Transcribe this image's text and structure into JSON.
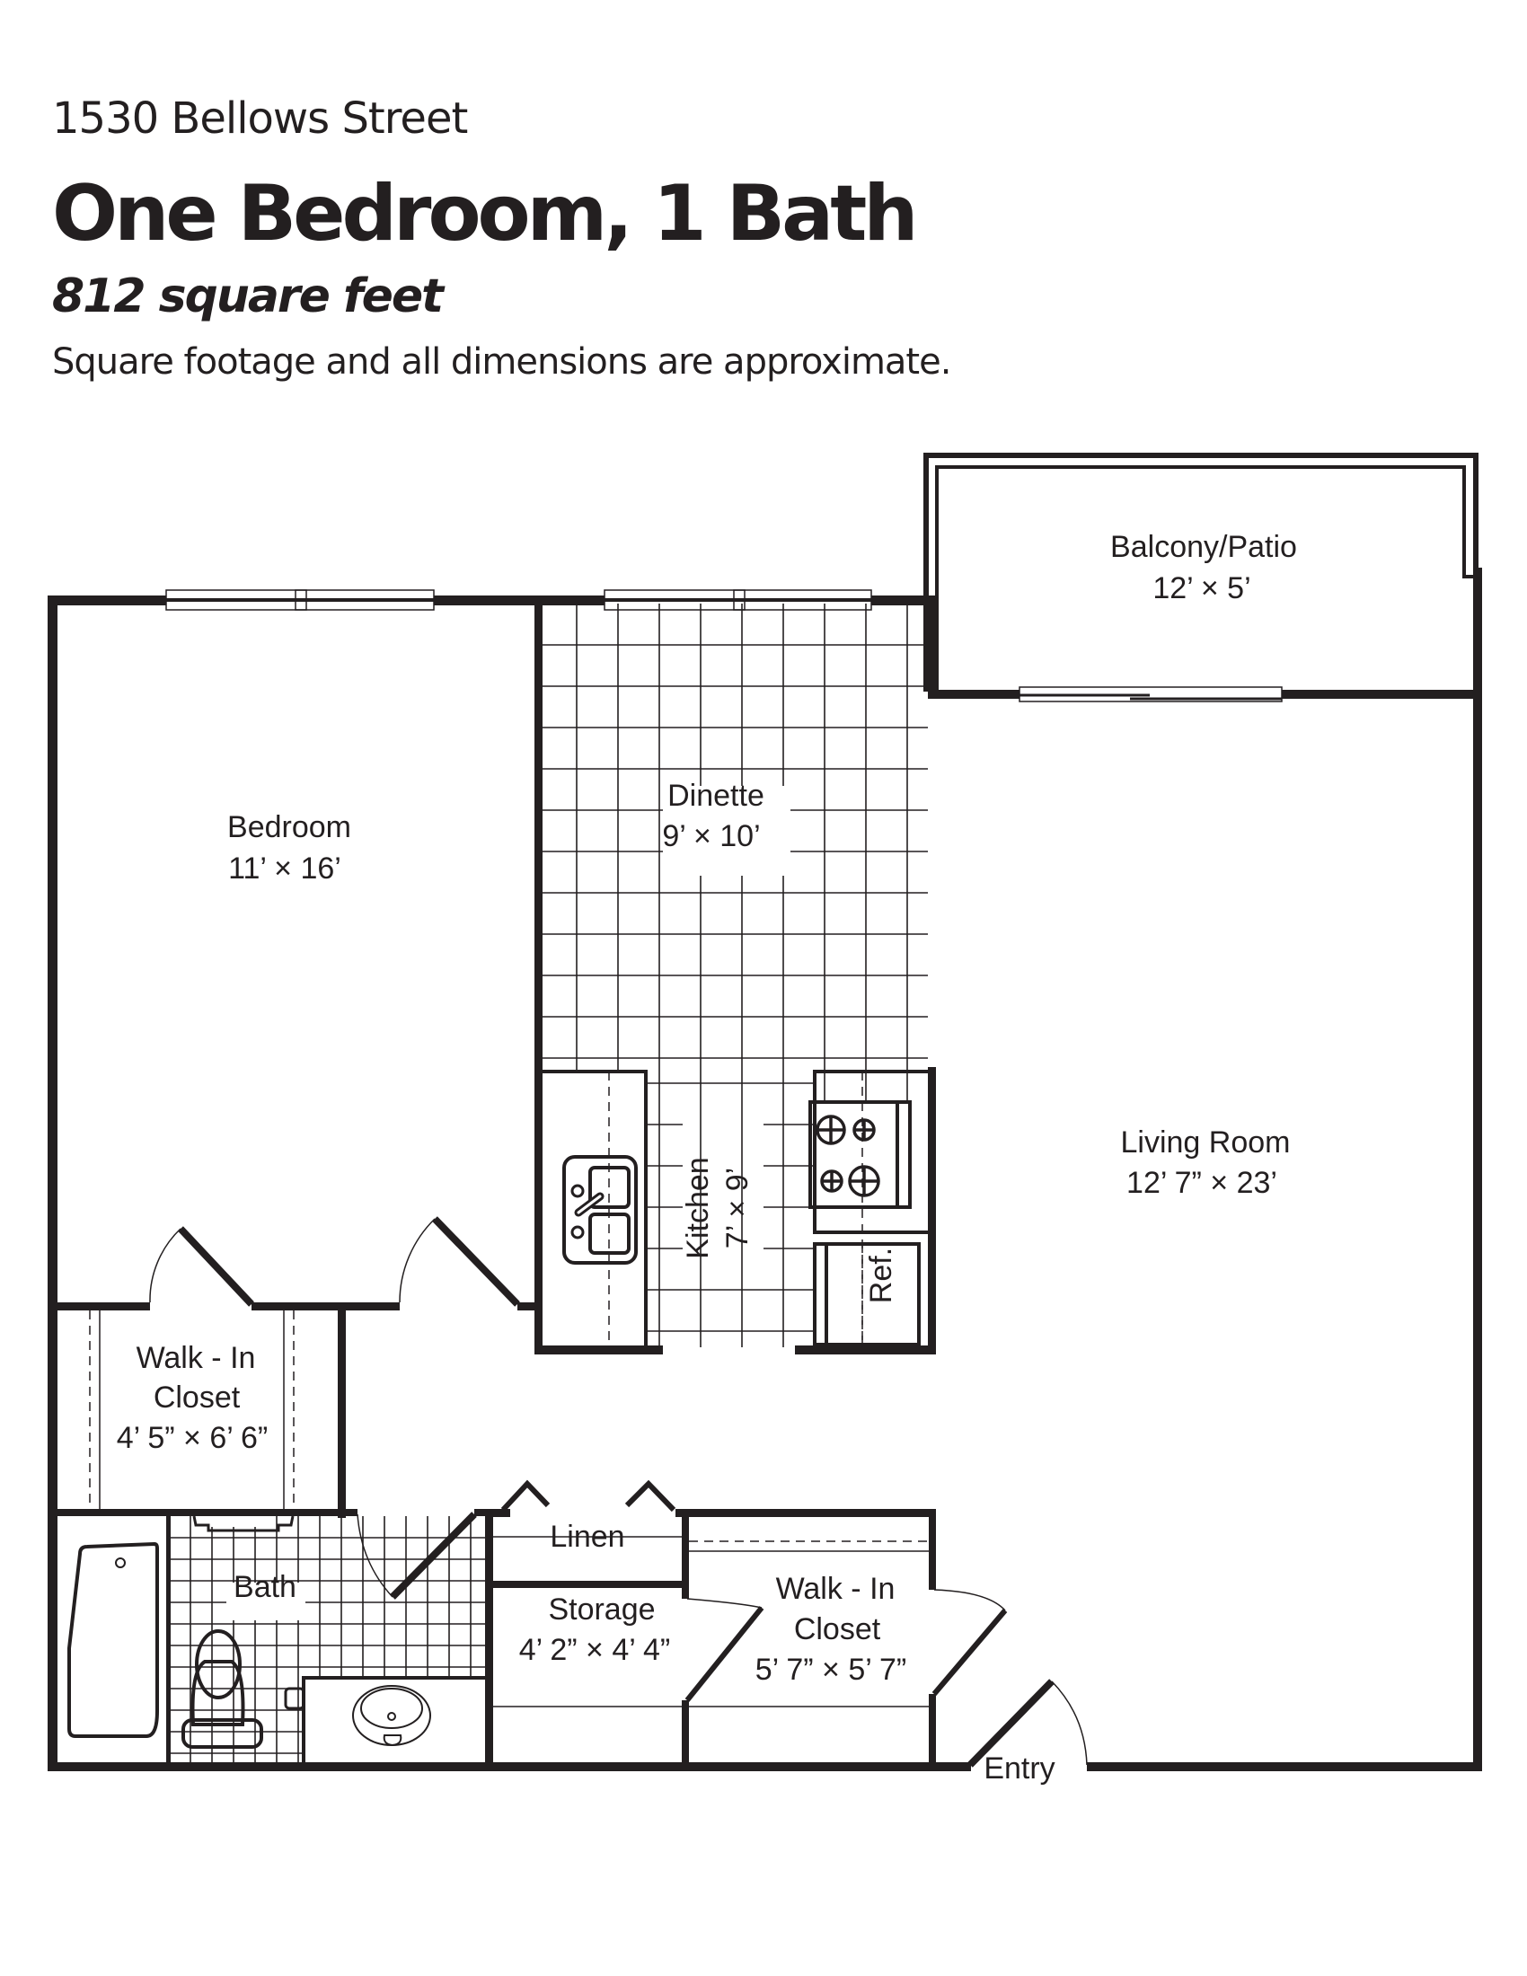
{
  "header": {
    "address": "1530 Bellows Street",
    "unit_type": "One Bedroom, 1 Bath",
    "square_feet": "812 square feet",
    "disclaimer": "Square footage and all dimensions are approximate."
  },
  "rooms": {
    "balcony": {
      "name": "Balcony/Patio",
      "size": "12’ ×  5’"
    },
    "bedroom": {
      "name": "Bedroom",
      "size": "11’ × 16’"
    },
    "dinette": {
      "name": "Dinette",
      "size": "9’ × 10’"
    },
    "kitchen": {
      "name": "Kitchen",
      "size": "7’ × 9’"
    },
    "refrigerator": {
      "name": "Ref."
    },
    "living_room": {
      "name": "Living Room",
      "size": "12’ 7” × 23’"
    },
    "bedroom_closet": {
      "name_line1": "Walk - In",
      "name_line2": "Closet",
      "size": "4’ 5” × 6’ 6”"
    },
    "bath": {
      "name": "Bath"
    },
    "linen": {
      "name": "Linen"
    },
    "storage": {
      "name": "Storage",
      "size": "4’ 2” × 4’ 4”"
    },
    "entry_closet": {
      "name_line1": "Walk - In",
      "name_line2": "Closet",
      "size": "5’ 7” × 5’ 7”"
    },
    "entry": {
      "name": "Entry"
    }
  },
  "colors": {
    "ink": "#231f20",
    "background": "#ffffff"
  }
}
